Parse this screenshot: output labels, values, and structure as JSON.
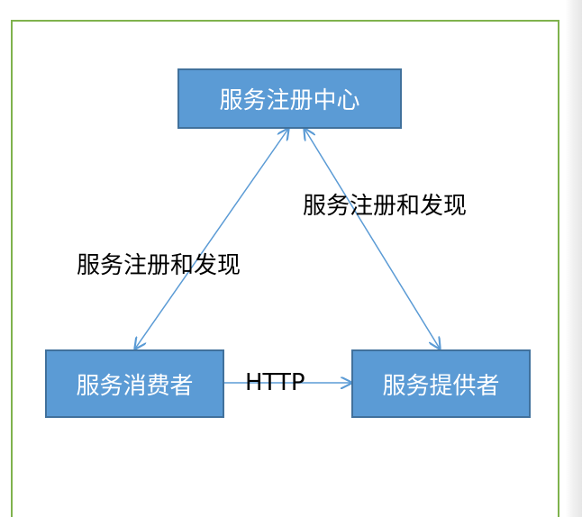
{
  "nodes": {
    "registry": "服务注册中心",
    "consumer": "服务消费者",
    "provider": "服务提供者"
  },
  "edges": {
    "consumer_registry_label": "服务注册和发现",
    "provider_registry_label": "服务注册和发现",
    "consumer_provider_label": "HTTP"
  },
  "colors": {
    "node_fill": "#5b9bd5",
    "node_border": "#41719c",
    "arrow": "#5b9bd5",
    "frame": "#7fb24d"
  }
}
